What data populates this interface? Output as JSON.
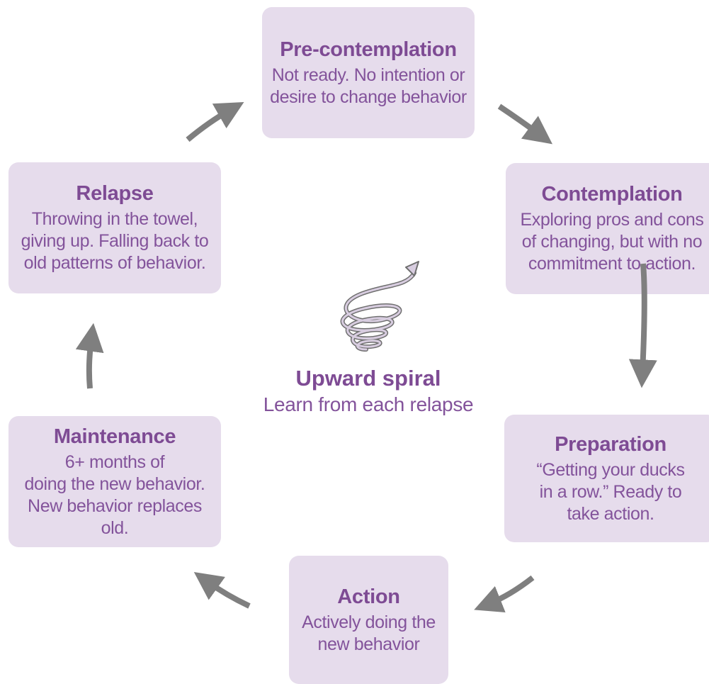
{
  "stages": {
    "precontemplation": {
      "title": "Pre-contemplation",
      "lines": [
        "Not ready. No intention or",
        "desire to change behavior"
      ]
    },
    "contemplation": {
      "title": "Contemplation",
      "lines": [
        "Exploring pros and cons",
        "of changing, but with no",
        "commitment to action."
      ]
    },
    "preparation": {
      "title": "Preparation",
      "lines": [
        "“Getting your ducks",
        "in a row.” Ready to",
        "take action."
      ]
    },
    "action": {
      "title": "Action",
      "lines": [
        "Actively doing the",
        "new behavior"
      ]
    },
    "maintenance": {
      "title": "Maintenance",
      "lines": [
        "6+ months of",
        "doing the new behavior.",
        "New behavior replaces old."
      ]
    },
    "relapse": {
      "title": "Relapse",
      "lines": [
        "Throwing in the towel,",
        "giving up. Falling back to",
        "old patterns of behavior."
      ]
    }
  },
  "center": {
    "title": "Upward spiral",
    "subtitle": "Learn from each relapse"
  },
  "icons": {
    "spiral": "upward-spiral-icon",
    "arrow": "cycle-arrow-icon"
  },
  "colors": {
    "box": "#e6dcec",
    "text": "#7e4b94",
    "arrow": "#7f7f7f"
  }
}
